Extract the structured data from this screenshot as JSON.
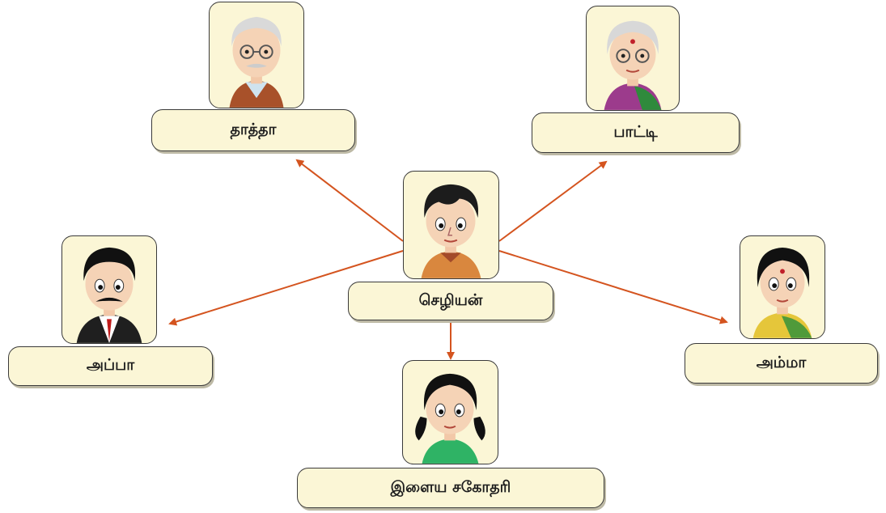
{
  "center": {
    "name": "செழியன்"
  },
  "relatives": [
    {
      "name": "தாத்தா"
    },
    {
      "name": "பாட்டி"
    },
    {
      "name": "அப்பா"
    },
    {
      "name": "அம்மா"
    },
    {
      "name": "இளைய சகோதரி"
    }
  ],
  "colors": {
    "arrow": "#d4541f",
    "card": "#fbf6d6",
    "border": "#3a3a3a"
  }
}
